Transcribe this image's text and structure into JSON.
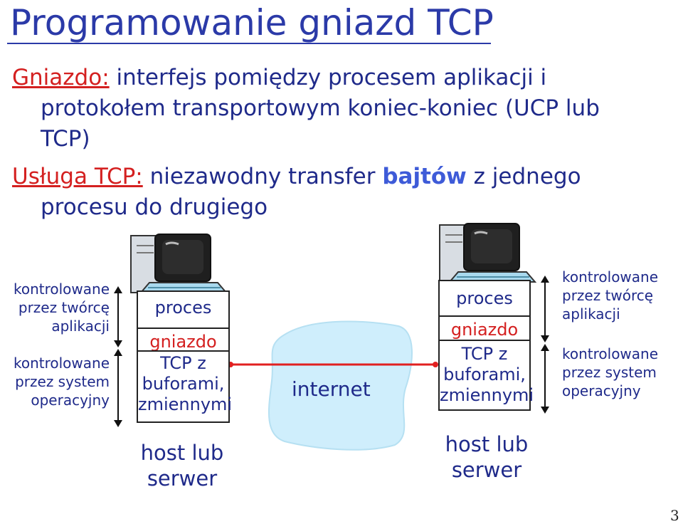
{
  "slide": {
    "title": "Programowanie gniazd TCP",
    "page_number": "3"
  },
  "definitions": [
    {
      "term": "Gniazdo:",
      "line1": " interfejs pomiędzy procesem aplikacji i",
      "line2": "protokołem transportowym koniec-koniec (UCP lub",
      "line3": "TCP)"
    },
    {
      "term": "Usługa TCP:",
      "line1_a": " niezawodny transfer ",
      "line1_bold": "bajtów",
      "line1_b": " z jednego",
      "line2": "procesu do drugiego"
    }
  ],
  "diagram": {
    "left_labels": {
      "app_controlled": [
        "kontrolowane",
        "przez twórcę",
        "aplikacji"
      ],
      "os_controlled": [
        "kontrolowane",
        "przez system",
        "operacyjny"
      ]
    },
    "right_labels": {
      "app_controlled": [
        "kontrolowane",
        "przez twórcę",
        "aplikacji"
      ],
      "os_controlled": [
        "kontrolowane",
        "przez system",
        "operacyjny"
      ]
    },
    "hosts": [
      {
        "process": "proces",
        "socket": "gniazdo",
        "tcp_lines": [
          "TCP z",
          "buforami,",
          "zmiennymi"
        ],
        "caption": [
          "host lub",
          "serwer"
        ]
      },
      {
        "process": "proces",
        "socket": "gniazdo",
        "tcp_lines": [
          "TCP z",
          "buforami,",
          "zmiennymi"
        ],
        "caption": [
          "host lub",
          "serwer"
        ]
      }
    ],
    "cloud_label": "internet"
  },
  "colors": {
    "title": "#2b3aa8",
    "term": "#d42020",
    "text": "#1f2a8a",
    "emphasis": "#3e5bd8",
    "cloud": "#cfeefc",
    "link": "#e12020"
  }
}
